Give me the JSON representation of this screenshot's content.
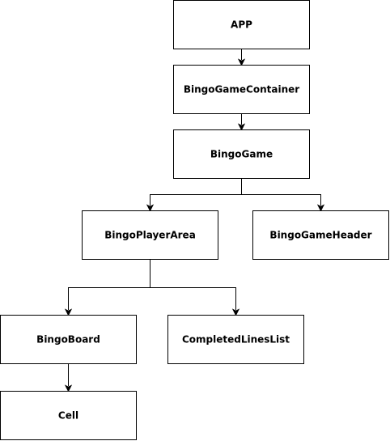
{
  "diagram": {
    "nodes": [
      {
        "id": "app",
        "label": "APP"
      },
      {
        "id": "bingo-game-container",
        "label": "BingoGameContainer"
      },
      {
        "id": "bingo-game",
        "label": "BingoGame"
      },
      {
        "id": "bingo-player-area",
        "label": "BingoPlayerArea"
      },
      {
        "id": "bingo-game-header",
        "label": "BingoGameHeader"
      },
      {
        "id": "bingo-board",
        "label": "BingoBoard"
      },
      {
        "id": "completed-lines-list",
        "label": "CompletedLinesList"
      },
      {
        "id": "cell",
        "label": "Cell"
      }
    ],
    "edges": [
      {
        "from": "app",
        "to": "bingo-game-container"
      },
      {
        "from": "bingo-game-container",
        "to": "bingo-game"
      },
      {
        "from": "bingo-game",
        "to": "bingo-player-area"
      },
      {
        "from": "bingo-game",
        "to": "bingo-game-header"
      },
      {
        "from": "bingo-player-area",
        "to": "bingo-board"
      },
      {
        "from": "bingo-player-area",
        "to": "completed-lines-list"
      },
      {
        "from": "bingo-board",
        "to": "cell"
      }
    ]
  }
}
